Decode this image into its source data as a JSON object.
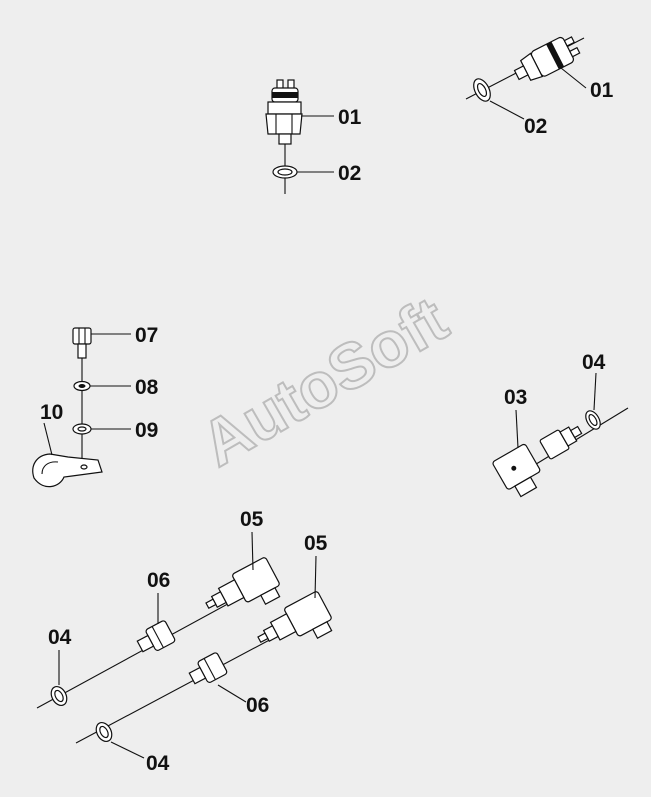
{
  "watermark": "AutoSoft",
  "labels": {
    "a01": "01",
    "a02": "02",
    "b01": "01",
    "b02": "02",
    "c07": "07",
    "c08": "08",
    "c09": "09",
    "c10": "10",
    "d03": "03",
    "d04": "04",
    "e05": "05",
    "e05b": "05",
    "e06": "06",
    "e06b": "06",
    "e04": "04",
    "e04b": "04"
  }
}
